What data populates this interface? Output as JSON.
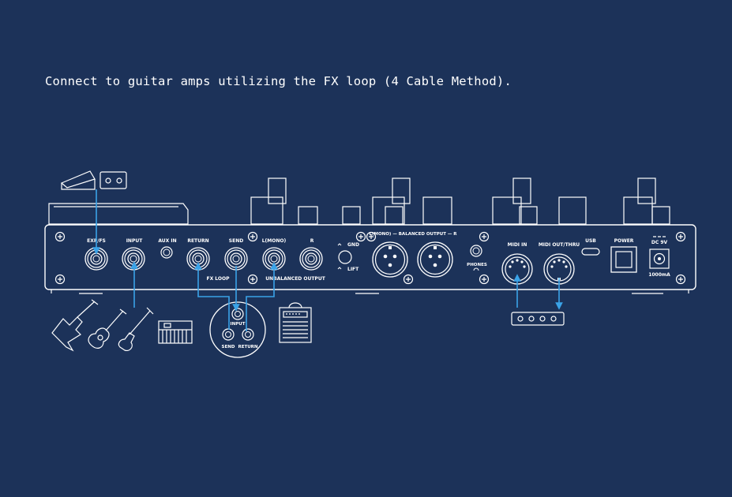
{
  "caption": "Connect to guitar amps utilizing the FX loop (4 Cable Method).",
  "colors": {
    "background": "#1c3259",
    "line": "#ffffff",
    "cable": "#3aa3e8"
  },
  "panel_labels": {
    "exp_fs": "EXP/FS",
    "input": "INPUT",
    "aux_in": "AUX IN",
    "return": "RETURN",
    "send": "SEND",
    "l_mono": "L(MONO)",
    "r": "R",
    "fx_loop": "FX LOOP",
    "unbalanced_output": "UNBALANCED OUTPUT",
    "gnd": "GND",
    "lift": "LIFT",
    "balanced_output": "L(MONO) — BALANCED OUTPUT — R",
    "phones": "PHONES",
    "midi_in": "MIDI IN",
    "midi_out_thru": "MIDI OUT/THRU",
    "usb": "USB",
    "power": "POWER",
    "dc": "DC 9V",
    "current": "1000mA"
  },
  "amp_labels": {
    "input": "INPUT",
    "send": "SEND",
    "return": "RETURN"
  },
  "icons": [
    "expression-pedal-icon",
    "footswitch-icon",
    "electric-guitar-icon",
    "acoustic-guitar-icon",
    "bass-guitar-icon",
    "keyboard-icon",
    "amplifier-icon",
    "midi-device-icon"
  ]
}
